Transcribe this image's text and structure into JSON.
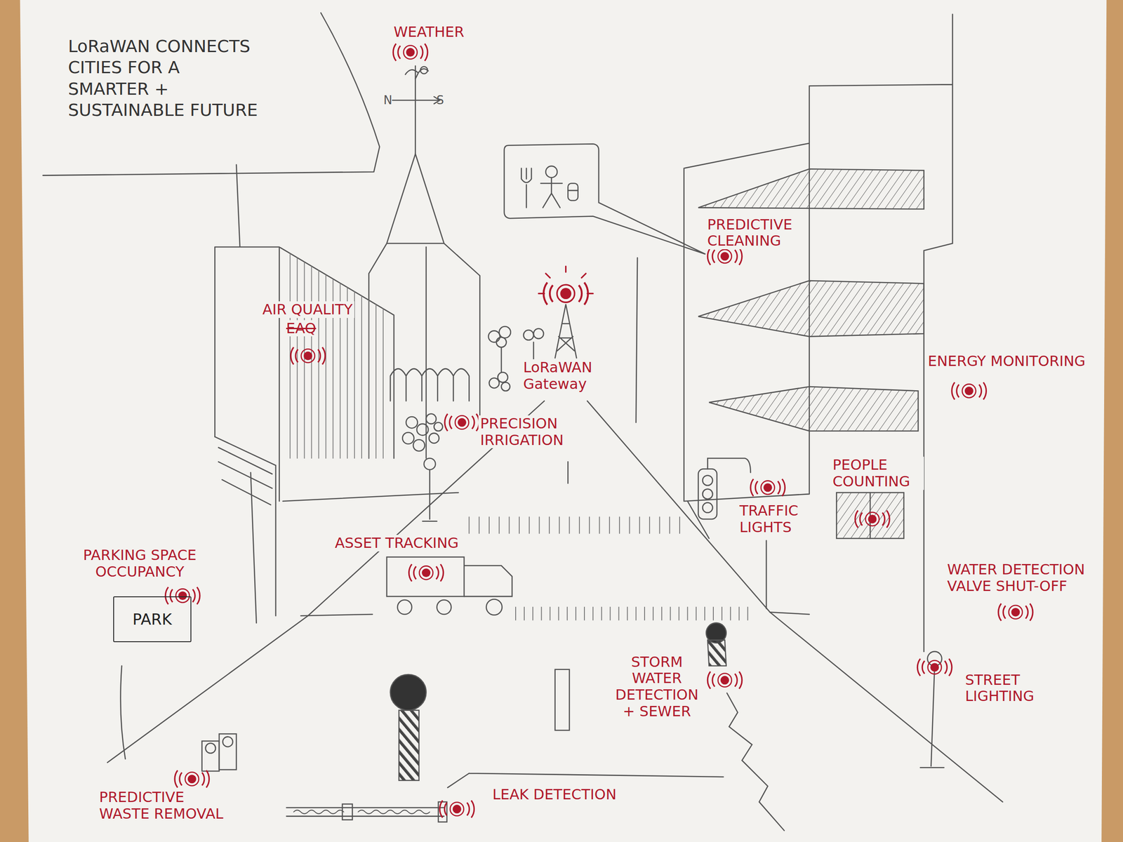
{
  "diagram": {
    "title": "LoRaWAN CONNECTS CITIES FOR A SMARTER + SUSTAINABLE FUTURE",
    "nodes": [
      {
        "text": [
          "PARK"
        ]
      }
    ],
    "labels": [
      "WEATHER",
      "N",
      "S",
      "PREDICTIVE CLEANING",
      "AIR QUALITY",
      "EAQ",
      "LoRaWAN Gateway",
      "PRECISION IRRIGATION",
      "ENERGY MONITORING",
      "PEOPLE COUNTING",
      "TRAFFIC LIGHTS",
      "ASSET TRACKING",
      "PARKING SPACE OCCUPANCY",
      "WATER DETECTION VALVE SHUT-OFF",
      "STORM WATER DETECTION + SEWER",
      "STREET LIGHTING",
      "PREDICTIVE WASTE REMOVAL",
      "LEAK DETECTION"
    ]
  }
}
